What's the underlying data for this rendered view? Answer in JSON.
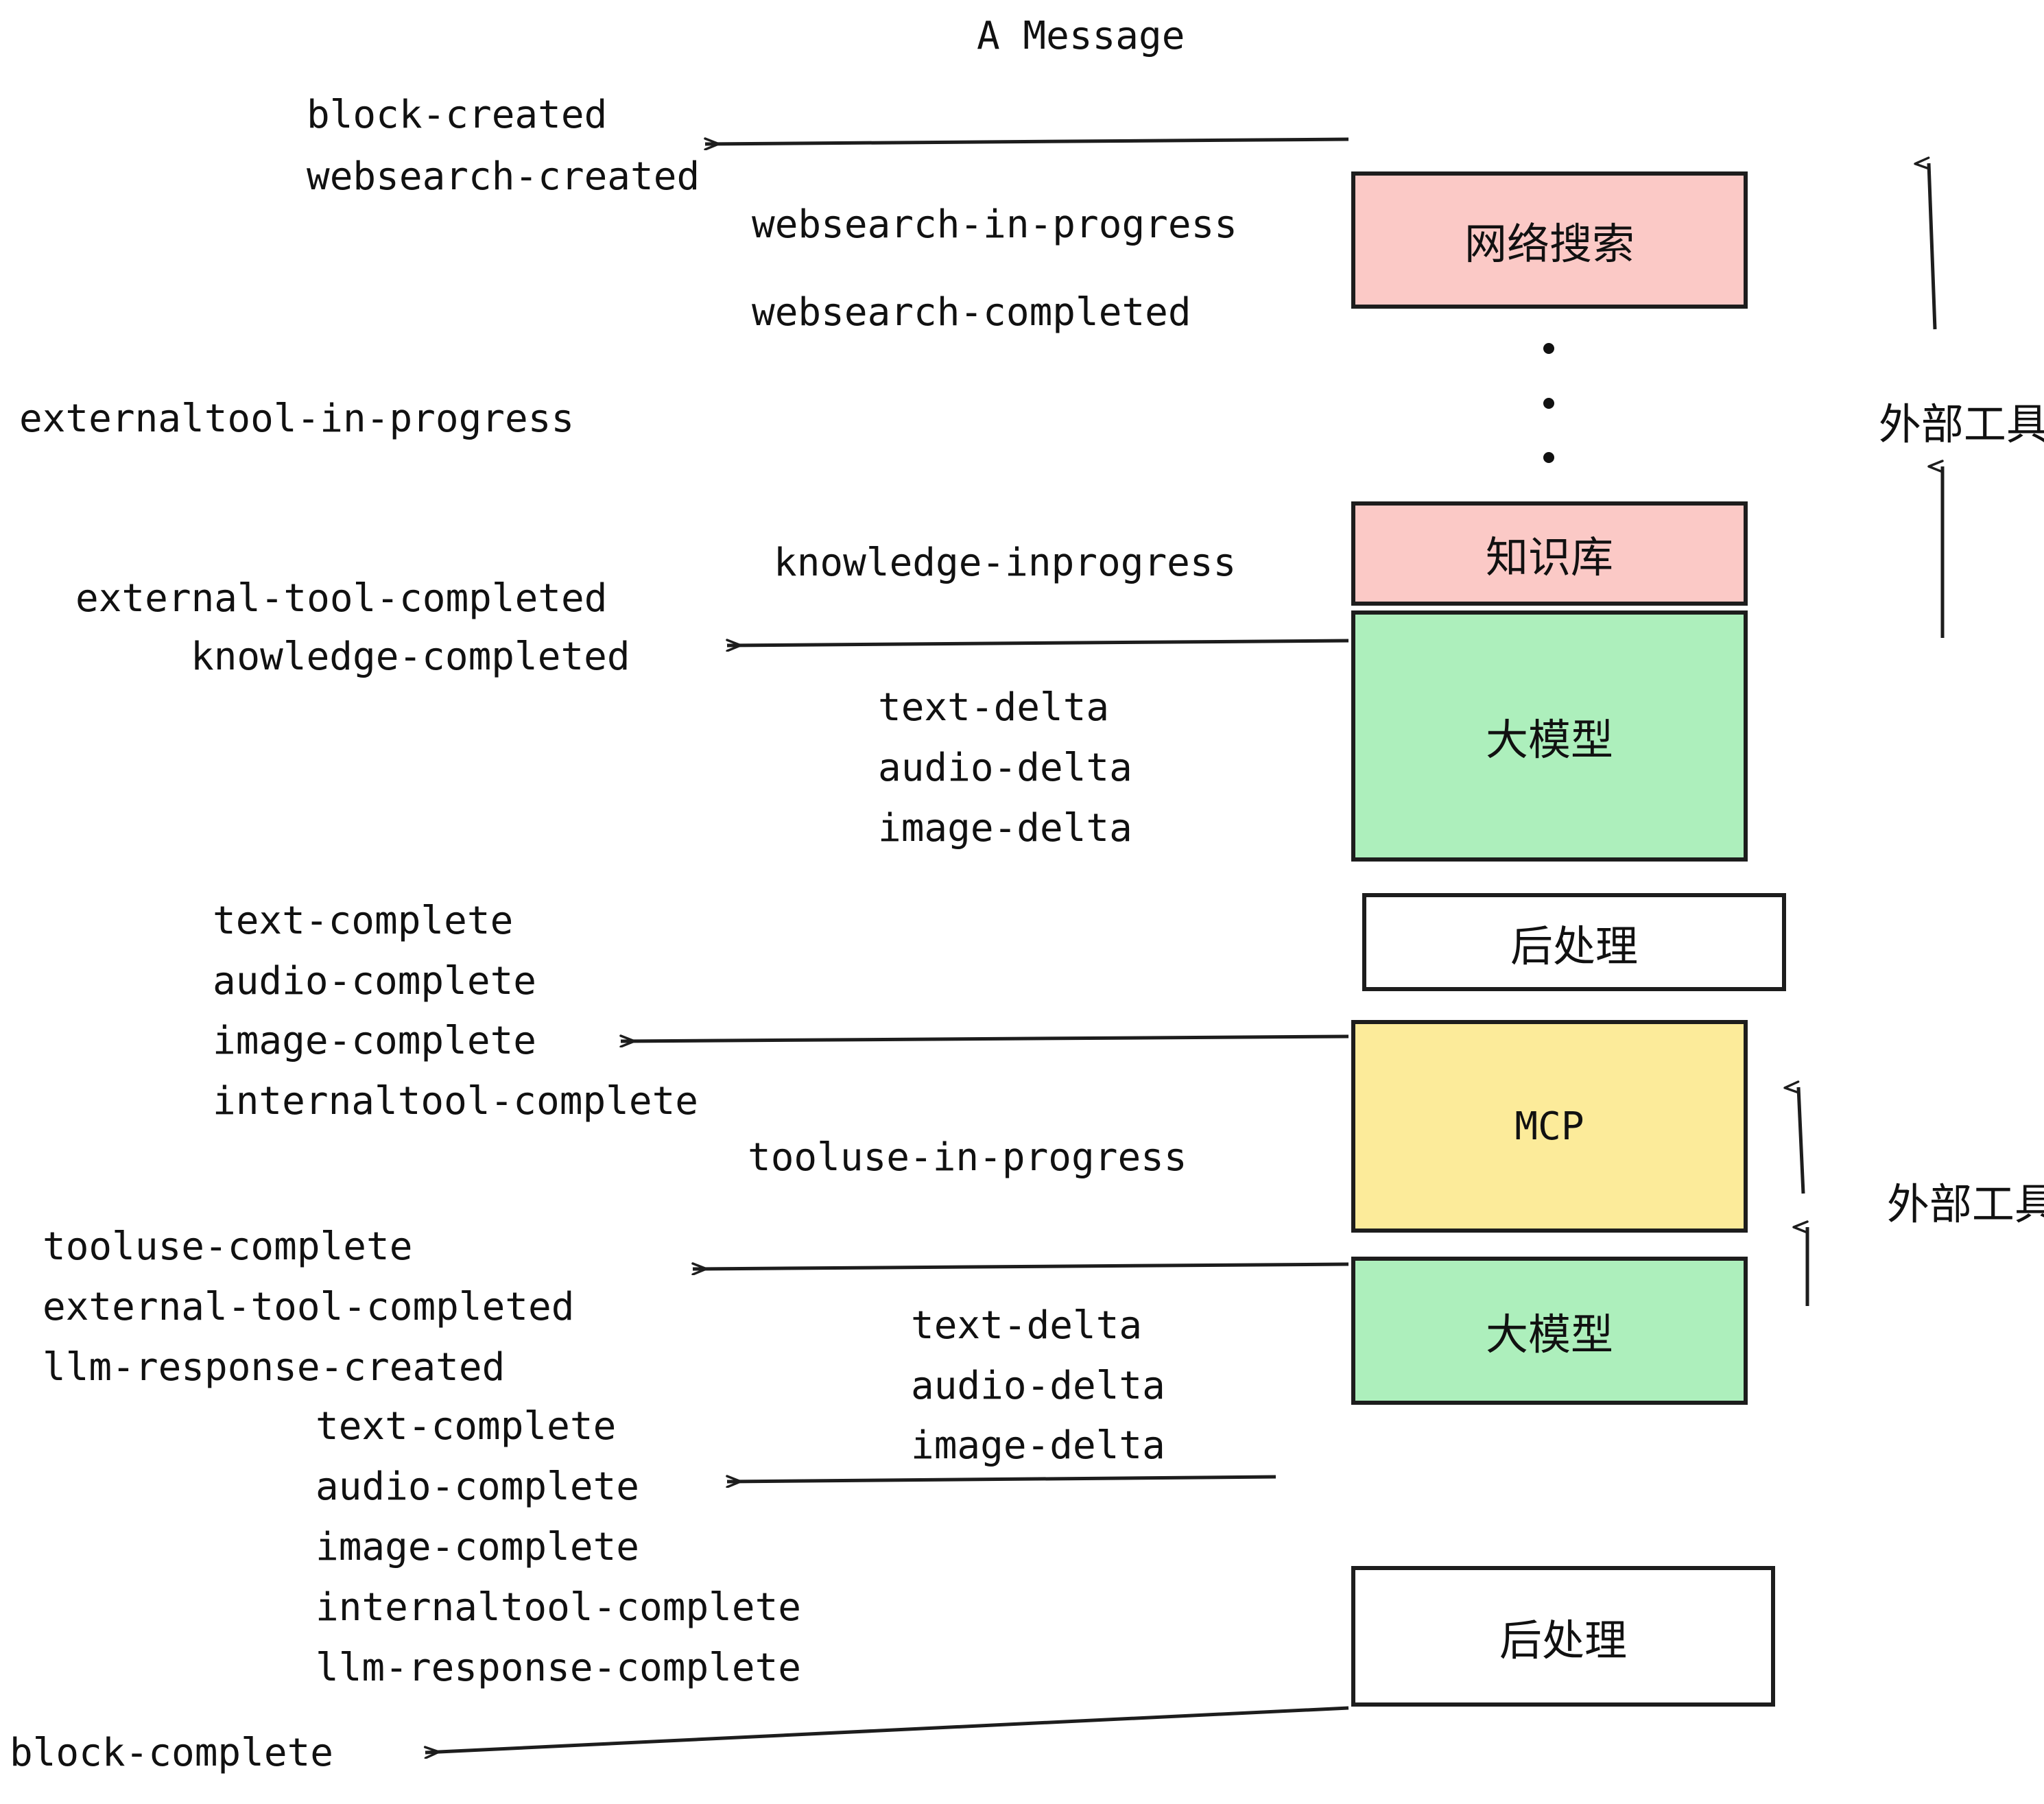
{
  "title": "A Message",
  "colors": {
    "pink": "#FBC9C6",
    "green": "#ADEFBC",
    "yellow": "#FCEB9A",
    "white": "#FFFFFF",
    "stroke": "#1D1D1D",
    "text": "#111111"
  },
  "nodes": [
    {
      "id": "websearch",
      "label": "网络搜索",
      "fill": "#FBC9C6"
    },
    {
      "id": "knowledge",
      "label": "知识库",
      "fill": "#FBC9C6"
    },
    {
      "id": "llm-top",
      "label": "大模型",
      "fill": "#ADEFBC"
    },
    {
      "id": "postprocess-top",
      "label": "后处理",
      "fill": "#FFFFFF"
    },
    {
      "id": "mcp",
      "label": "MCP",
      "fill": "#FCEB9A"
    },
    {
      "id": "llm-bottom",
      "label": "大模型",
      "fill": "#ADEFBC"
    },
    {
      "id": "postprocess-bottom",
      "label": "后处理",
      "fill": "#FFFFFF"
    }
  ],
  "side_labels": [
    {
      "id": "external-tool-top",
      "text": "外部工具"
    },
    {
      "id": "external-tool-bottom",
      "text": "外部工具"
    }
  ],
  "events": {
    "block_created": "block-created",
    "websearch_created": "websearch-created",
    "websearch_in_progress": "websearch-in-progress",
    "websearch_completed": "websearch-completed",
    "externaltool_in_progress": "externaltool-in-progress",
    "knowledge_inprogress": "knowledge-inprogress",
    "external_tool_completed_1": "external-tool-completed",
    "knowledge_completed": "knowledge-completed",
    "text_delta_1": "text-delta",
    "audio_delta_1": "audio-delta",
    "image_delta_1": "image-delta",
    "text_complete_1": "text-complete",
    "audio_complete_1": "audio-complete",
    "image_complete_1": "image-complete",
    "internaltool_complete_1": "internaltool-complete",
    "tooluse_in_progress": "tooluse-in-progress",
    "tooluse_complete": "tooluse-complete",
    "external_tool_completed_2": "external-tool-completed",
    "llm_response_created": "llm-response-created",
    "text_delta_2": "text-delta",
    "audio_delta_2": "audio-delta",
    "image_delta_2": "image-delta",
    "text_complete_2": "text-complete",
    "audio_complete_2": "audio-complete",
    "image_complete_2": "image-complete",
    "internaltool_complete_2": "internaltool-complete",
    "llm_response_complete": "llm-response-complete",
    "block_complete": "block-complete"
  }
}
